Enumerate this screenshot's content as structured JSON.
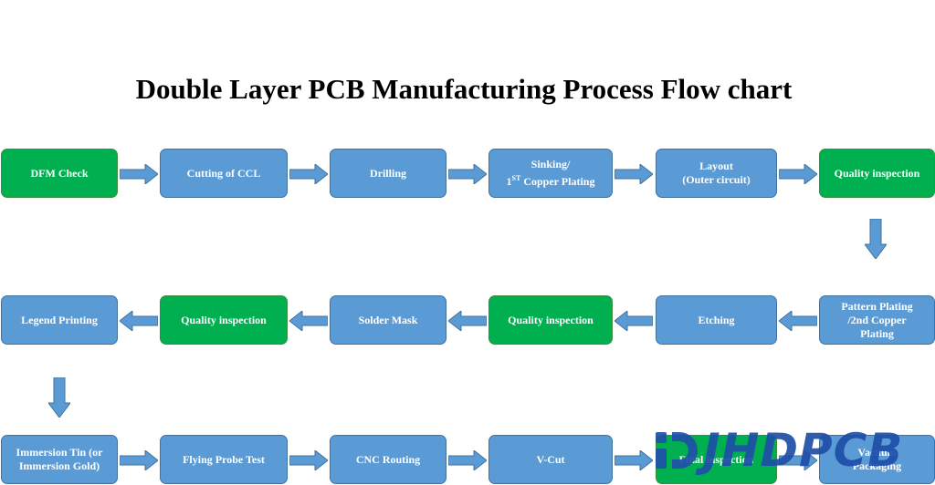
{
  "title": "Double Layer PCB Manufacturing Process Flow chart",
  "colors": {
    "process": "#5b9bd5",
    "inspection": "#00b050",
    "arrow": "#5b9bd5",
    "watermark": "#1f4fa8"
  },
  "row1": [
    {
      "label": "DFM Check"
    },
    {
      "label": "Cutting of CCL"
    },
    {
      "label": "Drilling"
    },
    {
      "line1": "Sinking/",
      "line2_pre": "1",
      "line2_sup": "ST",
      "line2_post": " Copper Plating"
    },
    {
      "line1": "Layout",
      "line2": "(Outer circuit)"
    },
    {
      "label": "Quality inspection"
    }
  ],
  "row2": [
    {
      "label": "Legend Printing"
    },
    {
      "label": "Quality inspection"
    },
    {
      "label": "Solder Mask"
    },
    {
      "label": "Quality inspection"
    },
    {
      "label": "Etching"
    },
    {
      "line1": "Pattern Plating",
      "line2": "/2nd Copper",
      "line3": "Plating"
    }
  ],
  "row3": [
    {
      "line1": "Immersion Tin (or",
      "line2": "Immersion Gold)"
    },
    {
      "label": "Flying Probe Test"
    },
    {
      "label": "CNC Routing"
    },
    {
      "label": "V-Cut"
    },
    {
      "label": "Final inspection"
    },
    {
      "line1": "Vacuum",
      "line2": "Packaging"
    }
  ],
  "watermark": {
    "text": "JHDPCB",
    "icon": "jhdpcb-logo-icon"
  }
}
